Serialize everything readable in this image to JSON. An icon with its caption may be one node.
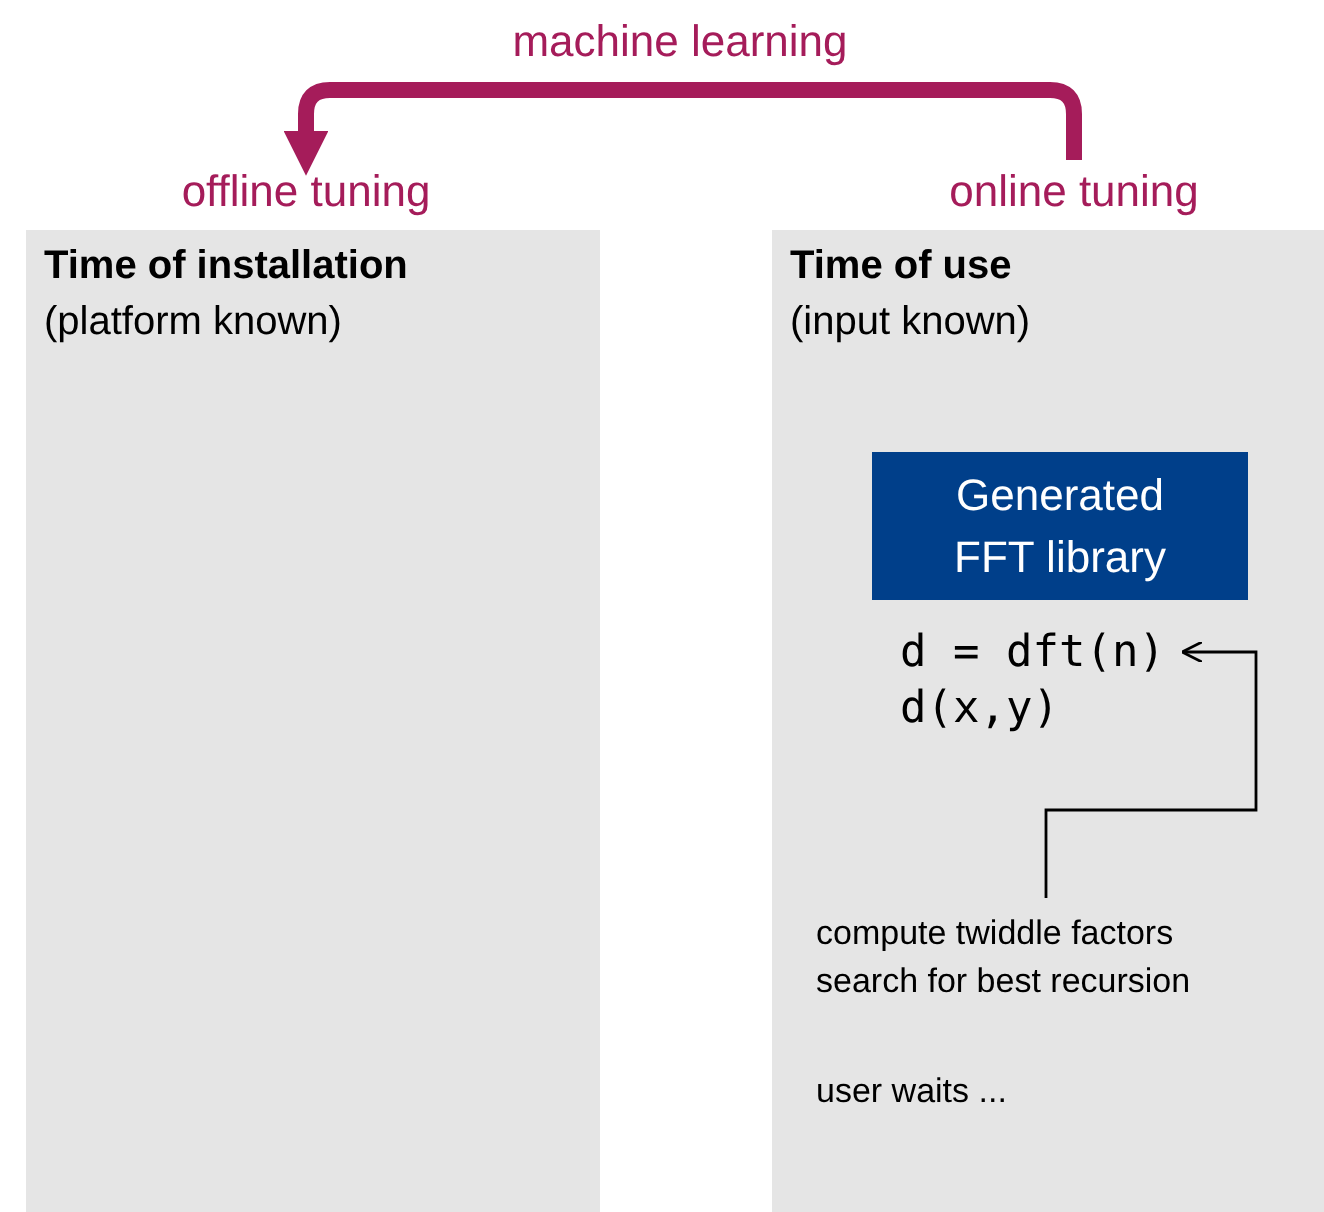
{
  "diagram": {
    "nodes": [
      {
        "text": [
          "online tuning"
        ]
      },
      {
        "text": [
          "offline tuning"
        ]
      },
      {
        "text": [
          "Time of installation",
          "(platform known)"
        ]
      },
      {
        "text": [
          "Time of use",
          "(input known)"
        ]
      },
      {
        "text": [
          "Generated FFT library"
        ],
        "in": 3
      },
      {
        "text": [
          "d = dft(n)"
        ],
        "in": 3
      },
      {
        "text": [
          "compute twiddle factors",
          "search for best recursion"
        ],
        "in": 3
      }
    ],
    "edges": [
      {
        "from": 0,
        "to": 1,
        "arrow": "to",
        "label": "machine learning",
        "style": "thick",
        "color": "#a51c5a"
      },
      {
        "from": 6,
        "to": 5,
        "arrow": "to",
        "color": "#000000"
      }
    ],
    "labels": [
      "d(x,y)",
      "user waits ..."
    ]
  }
}
